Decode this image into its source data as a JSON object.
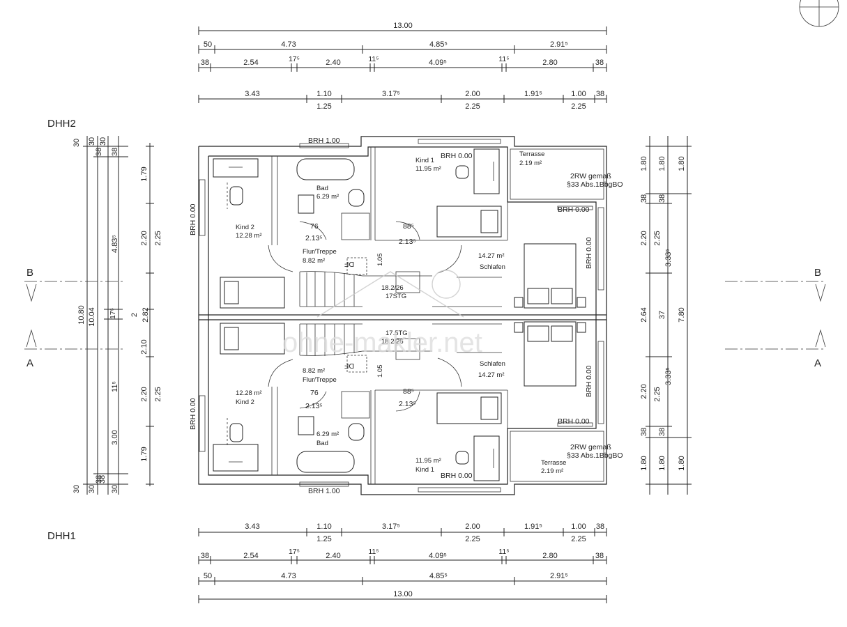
{
  "units": {
    "dhh2": "DHH2",
    "dhh1": "DHH1"
  },
  "sections": {
    "b": "B",
    "a": "A"
  },
  "watermark": "ohne-makler.net",
  "dimensions": {
    "total": "13.00",
    "row2": [
      "50",
      "4.73",
      "4.85⁵",
      "2.91⁵"
    ],
    "row3": [
      "38",
      "2.54",
      "17⁵",
      "2.40",
      "11⁵",
      "4.09⁵",
      "11⁵",
      "2.80",
      "38"
    ],
    "row4": [
      "3.43",
      "1.10",
      "3.17⁵",
      "2.00",
      "1.91⁵",
      "1.00",
      "38"
    ],
    "row4b": [
      "1.25",
      "2.25",
      "2.25"
    ],
    "left_outer": [
      "30",
      "10.80",
      "30"
    ],
    "left_col2": [
      "30",
      "38",
      "10.04",
      "38",
      "30"
    ],
    "left_col3": [
      "30",
      "38",
      "4.83⁵",
      "17⁵",
      "11⁵",
      "3.00",
      "38",
      "30"
    ],
    "left_col4": [
      "1.79",
      "2.20",
      "2",
      "2.10",
      "2.20",
      "1.79"
    ],
    "left_col5": [
      "2.25",
      "2.82",
      "2.25"
    ],
    "right_col1": [
      "1.80",
      "38",
      "2.20",
      "2.64",
      "2.20",
      "38",
      "1.80"
    ],
    "right_col2": [
      "1.80",
      "38",
      "2.25",
      "37",
      "2.25",
      "38",
      "1.80"
    ],
    "right_col3": [
      "1.80",
      "3.33⁵",
      "7.80",
      "3.33⁵",
      "1.80"
    ]
  },
  "rooms_top": {
    "brh_top_left": "BRH 1.00",
    "kind1": "Kind 1",
    "kind1_area": "11.95 m²",
    "brh_kind1": "BRH 0.00",
    "terrasse": "Terrasse",
    "terrasse_area": "2.19 m²",
    "rw_note1": "2RW gemaß",
    "rw_note2": "§33 Abs.1BbgBO",
    "bad": "Bad",
    "bad_area": "6.29 m²",
    "brh_left": "BRH 0.00",
    "brh_right_upper": "BRH 0.00",
    "brh_right_side": "BRH 0.00",
    "kind2": "Kind 2",
    "kind2_area": "12.28 m²",
    "door76": "76",
    "door213a": "2.13⁵",
    "door88": "88⁵",
    "door213b": "2.13⁵",
    "flur": "Flur/Treppe",
    "flur_area": "8.82 m²",
    "schlafen_area": "14.27 m²",
    "schlafen": "Schlafen",
    "df": "DF",
    "h105": "1.05",
    "stg1": "18.2/26",
    "stg2": "17STG"
  },
  "rooms_bottom": {
    "stg1": "17.5TG",
    "stg2": "18.2/26",
    "schlafen": "Schlafen",
    "schlafen_area": "14.27 m²",
    "flur_area": "8.82 m²",
    "flur": "Flur/Treppe",
    "df": "DF",
    "h105": "1.05",
    "kind2_area": "12.28 m²",
    "kind2": "Kind 2",
    "door76": "76",
    "door213a": "2.13⁵",
    "door88": "88⁵",
    "door213b": "2.13⁵",
    "bad_area": "6.29 m²",
    "bad": "Bad",
    "brh_left": "BRH 0.00",
    "brh_right_side": "BRH 0.00",
    "brh_right_lower": "BRH 0.00",
    "rw_note1": "2RW gemaß",
    "rw_note2": "§33 Abs.1BbgBO",
    "terrasse": "Terrasse",
    "terrasse_area": "2.19 m²",
    "kind1_area": "11.95 m²",
    "kind1": "Kind 1",
    "brh_kind1": "BRH 0.00",
    "brh_bottom_left": "BRH 1.00"
  }
}
